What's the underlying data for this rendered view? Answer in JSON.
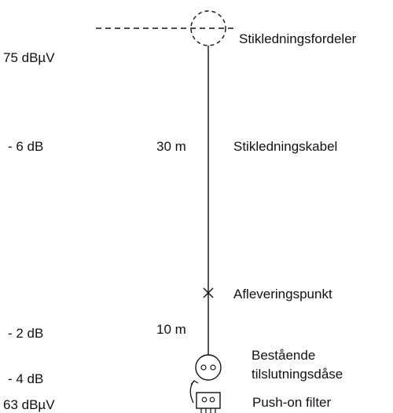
{
  "left_column": {
    "top_level": "75 dBµV",
    "cable_loss": "- 6 dB",
    "drop_loss": "- 2 dB",
    "outlet_loss": "- 4 dB",
    "result_level": "63 dBµV"
  },
  "lengths": {
    "cable_length": "30 m",
    "drop_length": "10 m"
  },
  "components": {
    "distributor": "Stikledningsfordeler",
    "cable": "Stikledningskabel",
    "handover_point": "Afleveringspunkt",
    "outlet_line1": "Bestående",
    "outlet_line2": "tilslutningsdåse",
    "filter": "Push-on filter"
  },
  "colors": {
    "line": "#111111",
    "background": "#ffffff"
  }
}
